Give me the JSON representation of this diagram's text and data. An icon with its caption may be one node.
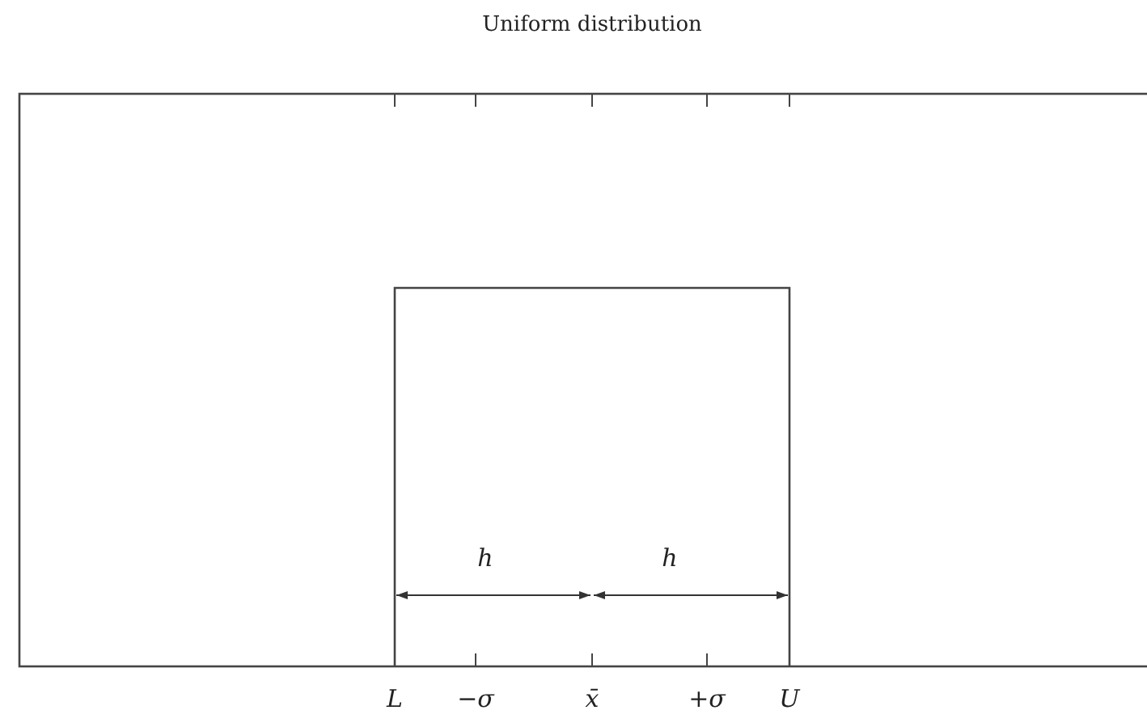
{
  "diagram": {
    "title": "Uniform distribution",
    "labels": [
      "h",
      "h",
      "L",
      "−σ",
      "x̄",
      "+σ",
      "U"
    ]
  }
}
